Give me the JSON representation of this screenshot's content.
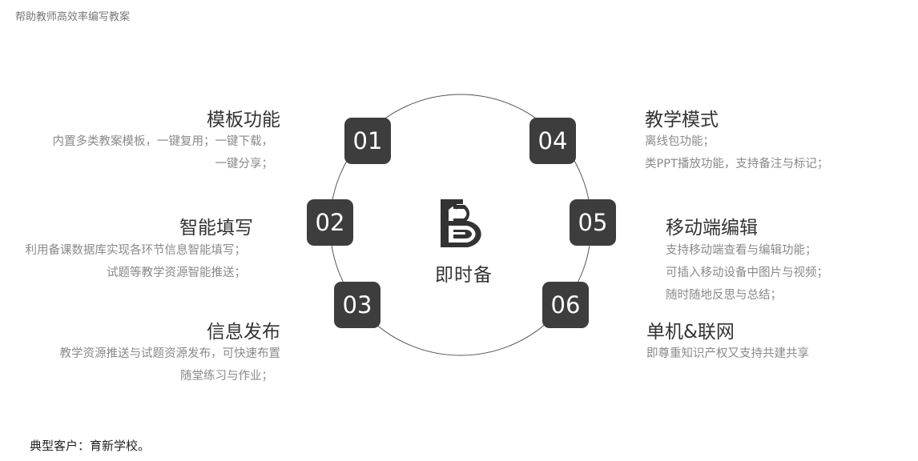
{
  "header": {
    "tagline": "帮助教师高效率编写教案"
  },
  "center": {
    "brand": "即时备",
    "logo_icon": "book-b-logo-icon"
  },
  "nodes": [
    "01",
    "02",
    "03",
    "04",
    "05",
    "06"
  ],
  "features": [
    {
      "title": "模板功能",
      "lines": [
        "内置多类教案模板，一键复用；一键下载，",
        "一键分享；"
      ]
    },
    {
      "title": "智能填写",
      "lines": [
        "利用备课数据库实现各环节信息智能填写；",
        "试题等教学资源智能推送；"
      ]
    },
    {
      "title": "信息发布",
      "lines": [
        "教学资源推送与试题资源发布，可快速布置",
        "随堂练习与作业；"
      ]
    },
    {
      "title": "教学模式",
      "lines": [
        "离线包功能；",
        "类PPT播放功能，支持备注与标记；"
      ]
    },
    {
      "title": "移动端编辑",
      "lines": [
        "支持移动端查看与编辑功能；",
        "可插入移动设备中图片与视频；",
        "随时随地反思与总结；"
      ]
    },
    {
      "title": "单机&联网",
      "lines": [
        "即尊重知识产权又支持共建共享"
      ]
    }
  ],
  "footer": {
    "customers": "典型客户：育新学校。"
  },
  "colors": {
    "box": "#3d3d3d",
    "ring": "#555555",
    "desc": "#8a8a8a"
  }
}
